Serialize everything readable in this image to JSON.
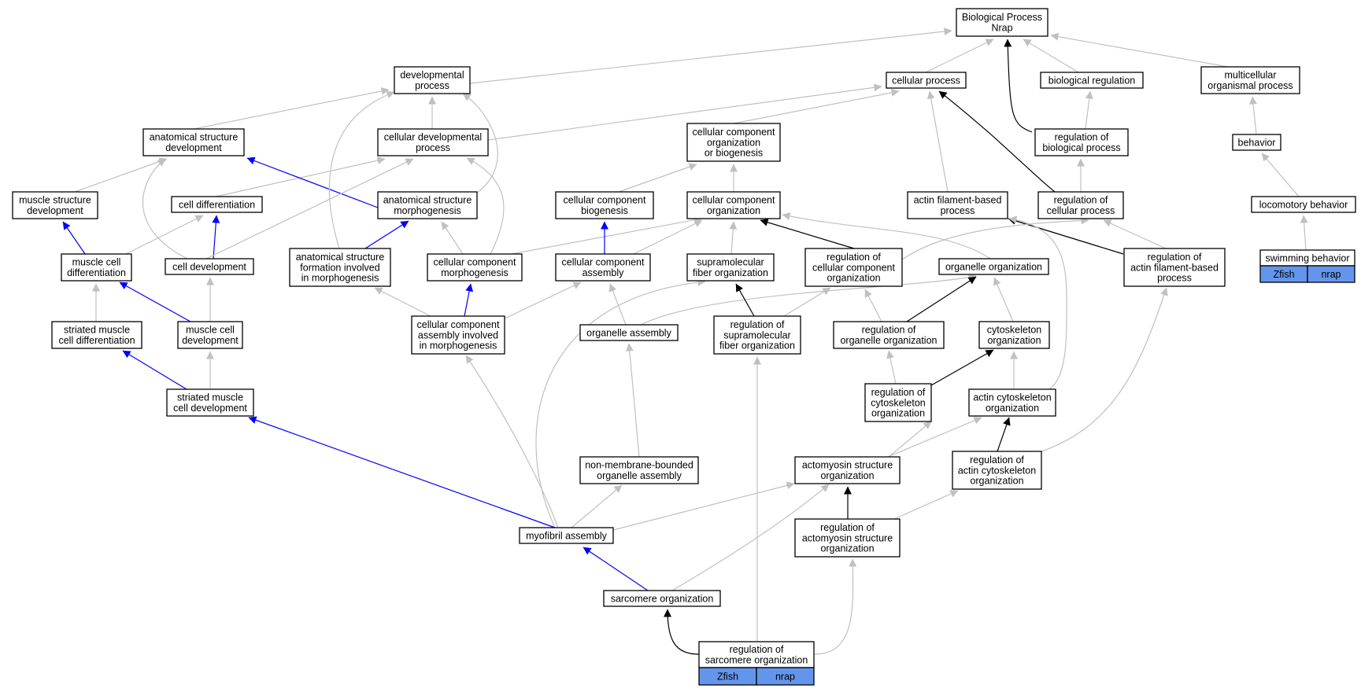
{
  "diagram_type": "GO biological process ancestor graph",
  "colors": {
    "is_a": "#c0c0c0",
    "part_of": "#0000ff",
    "regulates": "#000000",
    "annotation": "#6495ed"
  },
  "nodes": {
    "bp": [
      "Biological Process",
      "Nrap"
    ],
    "dev": [
      "developmental",
      "process"
    ],
    "cp": [
      "cellular process"
    ],
    "breg": [
      "biological regulation"
    ],
    "mop": [
      "multicellular",
      "organismal process"
    ],
    "asd": [
      "anatomical structure",
      "development"
    ],
    "cdp": [
      "cellular developmental",
      "process"
    ],
    "ccob": [
      "cellular component",
      "organization",
      "or biogenesis"
    ],
    "rbp": [
      "regulation of",
      "biological process"
    ],
    "beh": [
      "behavior"
    ],
    "msd": [
      "muscle structure",
      "development"
    ],
    "cdiff": [
      "cell differentiation"
    ],
    "asm": [
      "anatomical structure",
      "morphogenesis"
    ],
    "ccb": [
      "cellular component",
      "biogenesis"
    ],
    "cco": [
      "cellular component",
      "organization"
    ],
    "afbp": [
      "actin filament-based",
      "process"
    ],
    "rcp": [
      "regulation of",
      "cellular process"
    ],
    "loco": [
      "locomotory behavior"
    ],
    "mcd": [
      "muscle cell",
      "differentiation"
    ],
    "celldev": [
      "cell development"
    ],
    "asfm": [
      "anatomical structure",
      "formation involved",
      "in morphogenesis"
    ],
    "ccm": [
      "cellular component",
      "morphogenesis"
    ],
    "cca": [
      "cellular component",
      "assembly"
    ],
    "sfo": [
      "supramolecular",
      "fiber organization"
    ],
    "rcco": [
      "regulation of",
      "cellular component",
      "organization"
    ],
    "oo": [
      "organelle organization"
    ],
    "rafbp": [
      "regulation of",
      "actin filament-based",
      "process"
    ],
    "swim": [
      "swimming behavior"
    ],
    "smcd": [
      "striated muscle",
      "cell differentiation"
    ],
    "mcdev": [
      "muscle cell",
      "development"
    ],
    "ccaim": [
      "cellular component",
      "assembly involved",
      "in morphogenesis"
    ],
    "oa": [
      "organelle assembly"
    ],
    "rsfo": [
      "regulation of",
      "supramolecular",
      "fiber organization"
    ],
    "roo": [
      "regulation of",
      "organelle organization"
    ],
    "cyto": [
      "cytoskeleton",
      "organization"
    ],
    "smcdev": [
      "striated muscle",
      "cell development"
    ],
    "rco": [
      "regulation of",
      "cytoskeleton",
      "organization"
    ],
    "aco": [
      "actin cytoskeleton",
      "organization"
    ],
    "nmboa": [
      "non-membrane-bounded",
      "organelle assembly"
    ],
    "aso": [
      "actomyosin structure",
      "organization"
    ],
    "raco": [
      "regulation of",
      "actin cytoskeleton",
      "organization"
    ],
    "myo": [
      "myofibril assembly"
    ],
    "raso": [
      "regulation of",
      "actomyosin structure",
      "organization"
    ],
    "sarc": [
      "sarcomere organization"
    ],
    "rsarc": [
      "regulation of",
      "sarcomere organization"
    ]
  },
  "annotations": {
    "swim": [
      "Zfish",
      "nrap"
    ],
    "rsarc": [
      "Zfish",
      "nrap"
    ]
  }
}
